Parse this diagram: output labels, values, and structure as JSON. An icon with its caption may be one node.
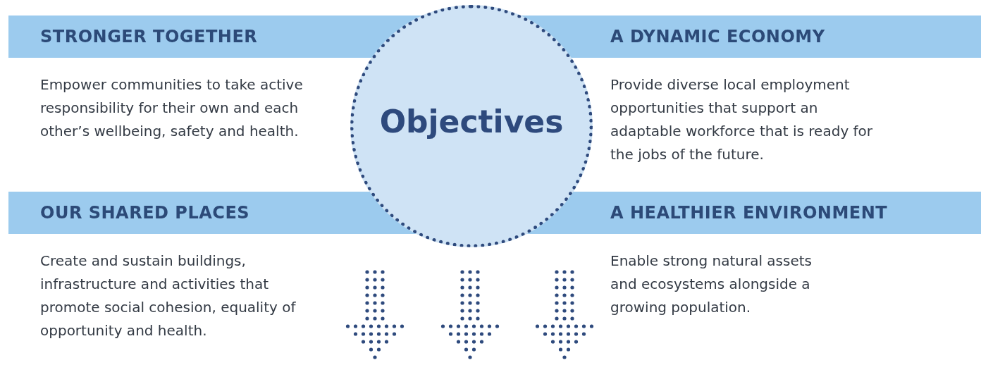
{
  "diagram": {
    "nodes": [
      {
        "text": [
          "STRONGER TOGETHER",
          "Empower communities to take active responsibility for their own and each other’s wellbeing, safety and health."
        ]
      },
      {
        "text": [
          "Objectives"
        ]
      },
      {
        "text": [
          "A DYNAMIC ECONOMY",
          "Provide diverse local employment opportunities that support an adaptable workforce that is ready for the jobs of the future."
        ]
      },
      {
        "text": [
          "OUR SHARED PLACES",
          "Create and sustain buildings, infrastructure and activities that promote social cohesion, equality of opportunity and health."
        ]
      },
      {
        "text": [
          "A HEALTHIER ENVIRONMENT",
          "Enable strong natural assets and ecosystems alongside a growing population."
        ]
      }
    ]
  }
}
